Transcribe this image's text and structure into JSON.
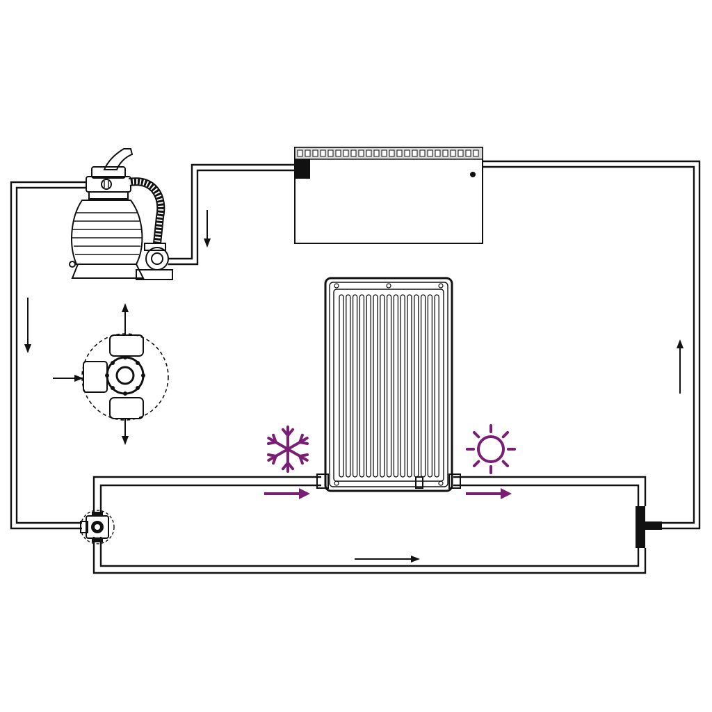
{
  "diagram": {
    "type": "pool solar heating circulation diagram",
    "components": [
      {
        "id": "sand-filter-pump",
        "icon": "sand-filter-pump-icon"
      },
      {
        "id": "pool",
        "icon": "pool-icon"
      },
      {
        "id": "solar-collector",
        "icon": "solar-collector-icon"
      },
      {
        "id": "three-way-valve-detail",
        "icon": "three-way-valve-icon"
      },
      {
        "id": "bypass-valve",
        "icon": "valve-icon"
      },
      {
        "id": "return-fitting",
        "icon": "fitting-icon"
      }
    ],
    "indicators": {
      "cold_icon": "snowflake-icon",
      "warm_icon": "sun-icon"
    },
    "colors": {
      "accent": "#7a1e73",
      "line": "#111111",
      "background": "#ffffff"
    }
  }
}
